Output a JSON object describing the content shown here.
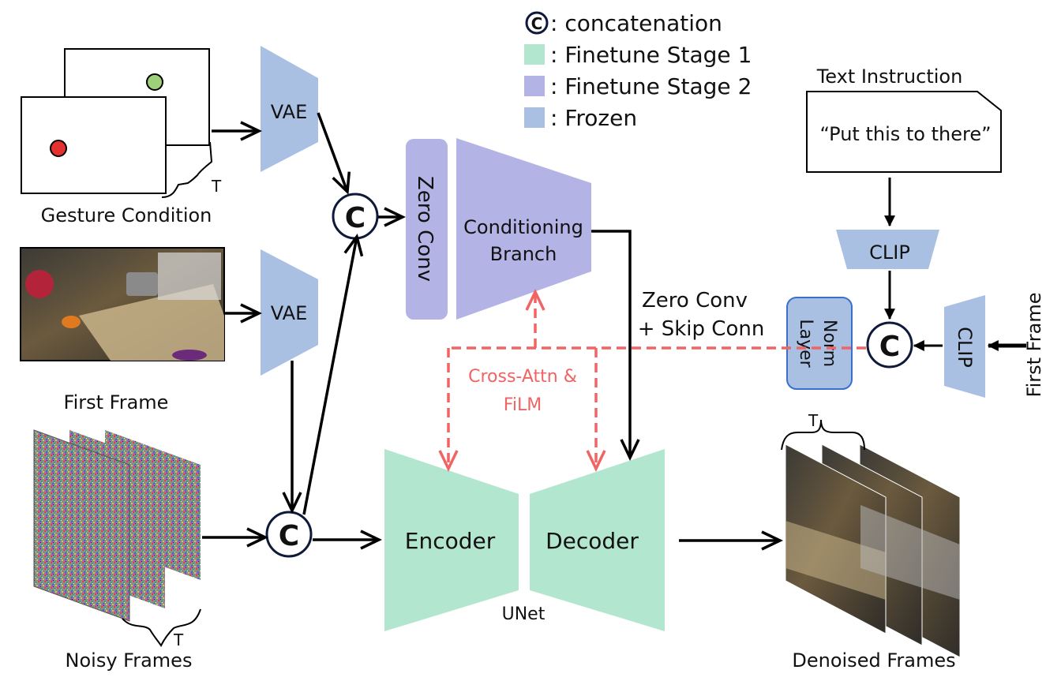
{
  "legend": {
    "concat_symbol": "C",
    "concat_label": ": concatenation",
    "stage1_label": ": Finetune Stage 1",
    "stage2_label": ": Finetune Stage 2",
    "frozen_label": ": Frozen"
  },
  "colors": {
    "stage1": "#b3e6cf",
    "stage2": "#b3b3e6",
    "frozen": "#a9c0e3",
    "dashed": "#f06464",
    "arrow": "#000000"
  },
  "inputs": {
    "gesture_condition": "Gesture Condition",
    "first_frame": "First Frame",
    "noisy_frames": "Noisy Frames",
    "text_instruction": "Text Instruction",
    "text_prompt": "“Put this to there”",
    "first_frame_right": "First Frame",
    "time_label": "T"
  },
  "blocks": {
    "vae": "VAE",
    "zero_conv": "Zero Conv",
    "conditioning_branch_line1": "Conditioning",
    "conditioning_branch_line2": "Branch",
    "clip": "CLIP",
    "layer_norm_line1": "Layer",
    "layer_norm_line2": "Norm",
    "encoder": "Encoder",
    "decoder": "Decoder",
    "unet": "UNet",
    "concat": "C"
  },
  "annotations": {
    "zero_conv_skip_line1": "Zero Conv",
    "zero_conv_skip_line2": "+ Skip Conn",
    "cross_attn_line1": "Cross-Attn &",
    "cross_attn_line2": "FiLM"
  },
  "outputs": {
    "denoised_frames": "Denoised Frames"
  }
}
